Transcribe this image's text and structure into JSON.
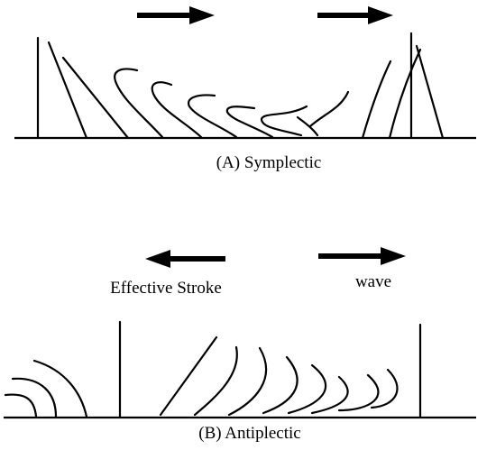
{
  "panel_a": {
    "caption": "(A) Symplectic"
  },
  "panel_b": {
    "caption": "(B) Antiplectic",
    "effective_stroke_label": "Effective Stroke",
    "wave_label": "wave"
  }
}
